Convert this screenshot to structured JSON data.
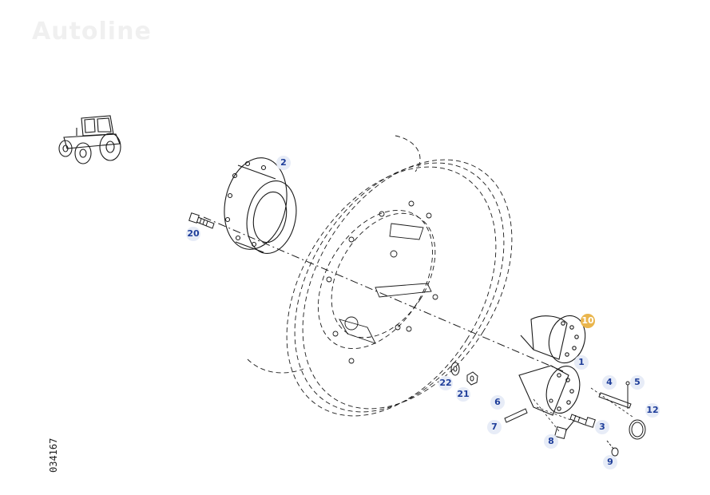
{
  "watermark": "Autoline",
  "drawing_id": "034167",
  "active_part": "10",
  "callouts": [
    "2",
    "20",
    "10",
    "1",
    "4",
    "5",
    "12",
    "6",
    "7",
    "3",
    "8",
    "9",
    "22",
    "21"
  ]
}
